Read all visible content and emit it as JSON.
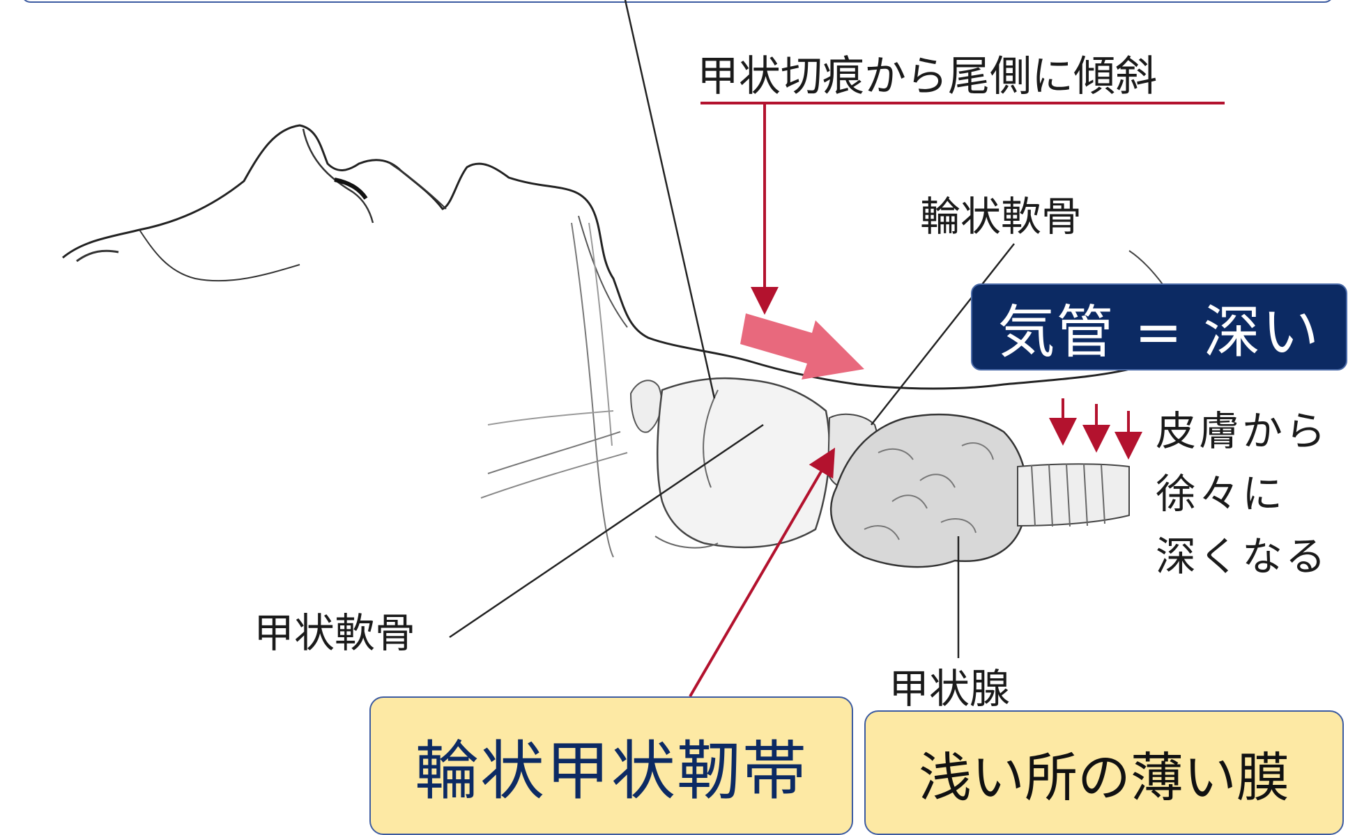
{
  "labels": {
    "tilt": "甲状切痕から尾側に傾斜",
    "cricoid": "輪状軟骨",
    "thyroid_cartilage": "甲状軟骨",
    "thyroid_gland": "甲状腺",
    "skin_depth_line1": "皮膚から",
    "skin_depth_line2": "徐々に",
    "skin_depth_line3": "深くなる"
  },
  "boxes": {
    "trachea_deep": "気管 = 深い",
    "cricothyroid_ligament": "輪状甲状靭帯",
    "thin_membrane": "浅い所の薄い膜"
  },
  "colors": {
    "red_line": "#b3122e",
    "pink_arrow": "#e8697d",
    "navy_box": "#0c2a63",
    "cream_box": "#fde9a4",
    "box_border": "#3b5aa0",
    "navy_text": "#0c2a63"
  }
}
